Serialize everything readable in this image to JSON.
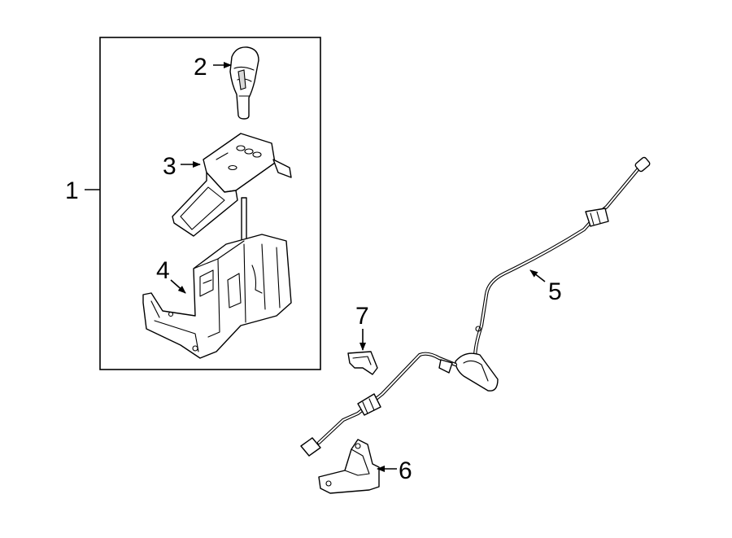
{
  "callouts": {
    "c1": "1",
    "c2": "2",
    "c3": "3",
    "c4": "4",
    "c5": "5",
    "c6": "6",
    "c7": "7"
  },
  "parts": {
    "p1": "shifter-assembly",
    "p2": "shift-knob",
    "p3": "shift-indicator-bezel",
    "p4": "shifter-housing",
    "p5": "shift-control-cable",
    "p6": "cable-bracket",
    "p7": "retaining-clip"
  },
  "colors": {
    "line": "#000000",
    "background": "#ffffff"
  }
}
